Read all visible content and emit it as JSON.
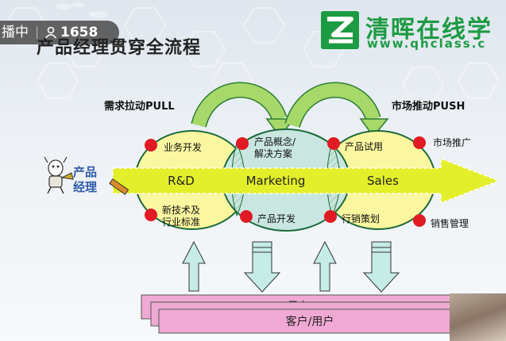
{
  "stream": {
    "status": "播中",
    "viewer_count": "1658",
    "person_icon": "person-icon"
  },
  "slide": {
    "title": "产品经理贯穿全流程"
  },
  "brand": {
    "name": "清晖在线学",
    "url": "www.qhclass.c",
    "color": "#1d9b43"
  },
  "diagram": {
    "pull_label": "需求拉动PULL",
    "push_label": "市场推动PUSH",
    "product_manager": [
      "产品",
      "经理"
    ],
    "arrow_labels": {
      "rnd": "R&D",
      "marketing": "Marketing",
      "sales": "Sales"
    },
    "nodes": {
      "business_dev": "业务开发",
      "product_concept": [
        "产品概念/",
        "解决方案"
      ],
      "product_trial": "产品试用",
      "market_promo": "市场推广",
      "new_tech": [
        "新技术及",
        "行业标准"
      ],
      "product_dev": "产品开发",
      "sales_planning": "行销策划",
      "sales_mgmt": "销售管理"
    },
    "customer_box": "客户/用户",
    "customer_box_back": "用户",
    "colors": {
      "ellipse_fill": "#fbf6a0",
      "middle_fill": "#c9e6e0",
      "arrow_fill": "#e3ef2a",
      "node_dot": "#e11b24",
      "curve_arrow": "#a6d96a",
      "up_arrow": "#c6ece8",
      "customer_fill": "#f0a9d4"
    }
  }
}
